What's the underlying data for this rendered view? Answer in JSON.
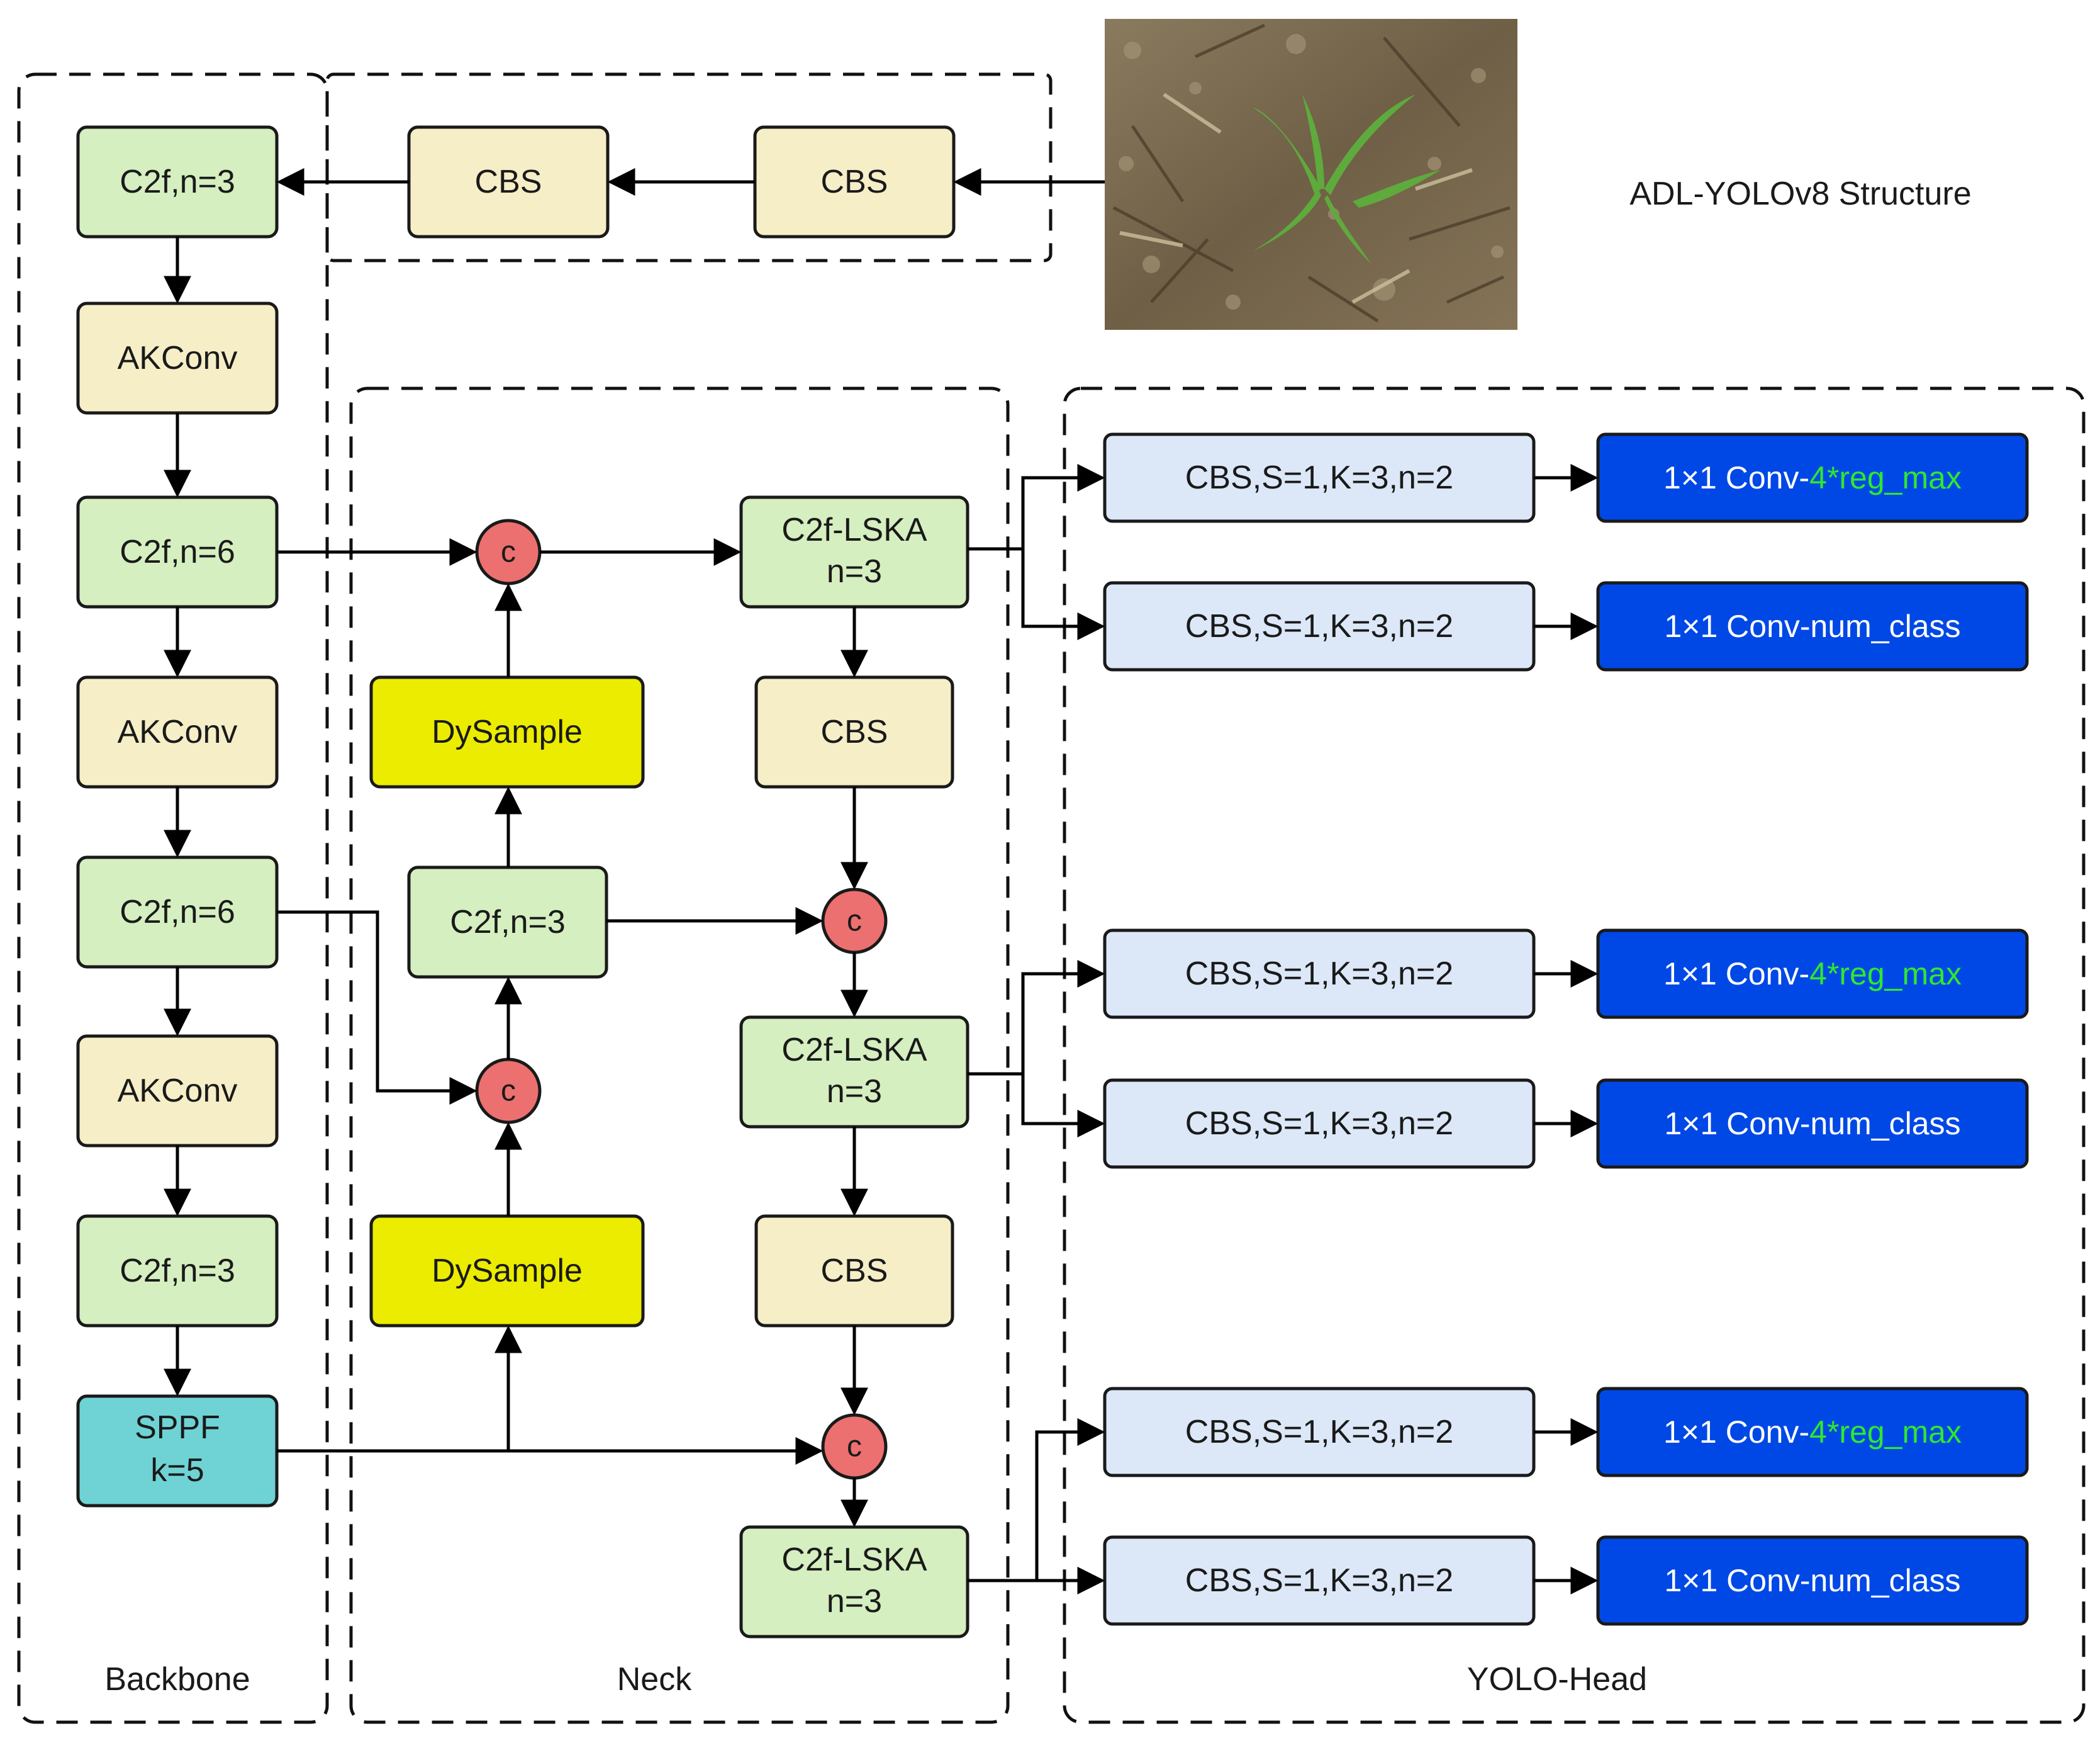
{
  "title": "ADL-YOLOv8 Structure",
  "regions": {
    "backbone": "Backbone",
    "neck": "Neck",
    "head": "YOLO-Head"
  },
  "colors": {
    "c2f": "#d5efc0",
    "cbs": "#f6eec7",
    "sppf": "#6fd3d5",
    "dysample": "#ecec00",
    "cbs_head": "#dce8f8",
    "conv_head": "#0048e6",
    "concat": "#ec7070",
    "reg_highlight": "#2ee82e"
  },
  "backbone": {
    "b1": "C2f,n=3",
    "b2": "AKConv",
    "b3": "C2f,n=6",
    "b4": "AKConv",
    "b5": "C2f,n=6",
    "b6": "AKConv",
    "b7": "C2f,n=3",
    "sppf_l1": "SPPF",
    "sppf_l2": "k=5"
  },
  "stem": {
    "s1": "CBS",
    "s2": "CBS"
  },
  "neck": {
    "dys1": "DySample",
    "dys2": "DySample",
    "c2f": "C2f,n=3",
    "lska1_l1": "C2f-LSKA",
    "lska1_l2": "n=3",
    "lska2_l1": "C2f-LSKA",
    "lska2_l2": "n=3",
    "lska3_l1": "C2f-LSKA",
    "lska3_l2": "n=3",
    "cbs1": "CBS",
    "cbs2": "CBS",
    "concat": "c"
  },
  "head": {
    "cbs": "CBS,S=1,K=3,n=2",
    "conv_prefix": "1×1 Conv-",
    "reg": "4*reg_max",
    "cls": "num_class"
  },
  "image_description": "photo of weed seedlings on soil"
}
